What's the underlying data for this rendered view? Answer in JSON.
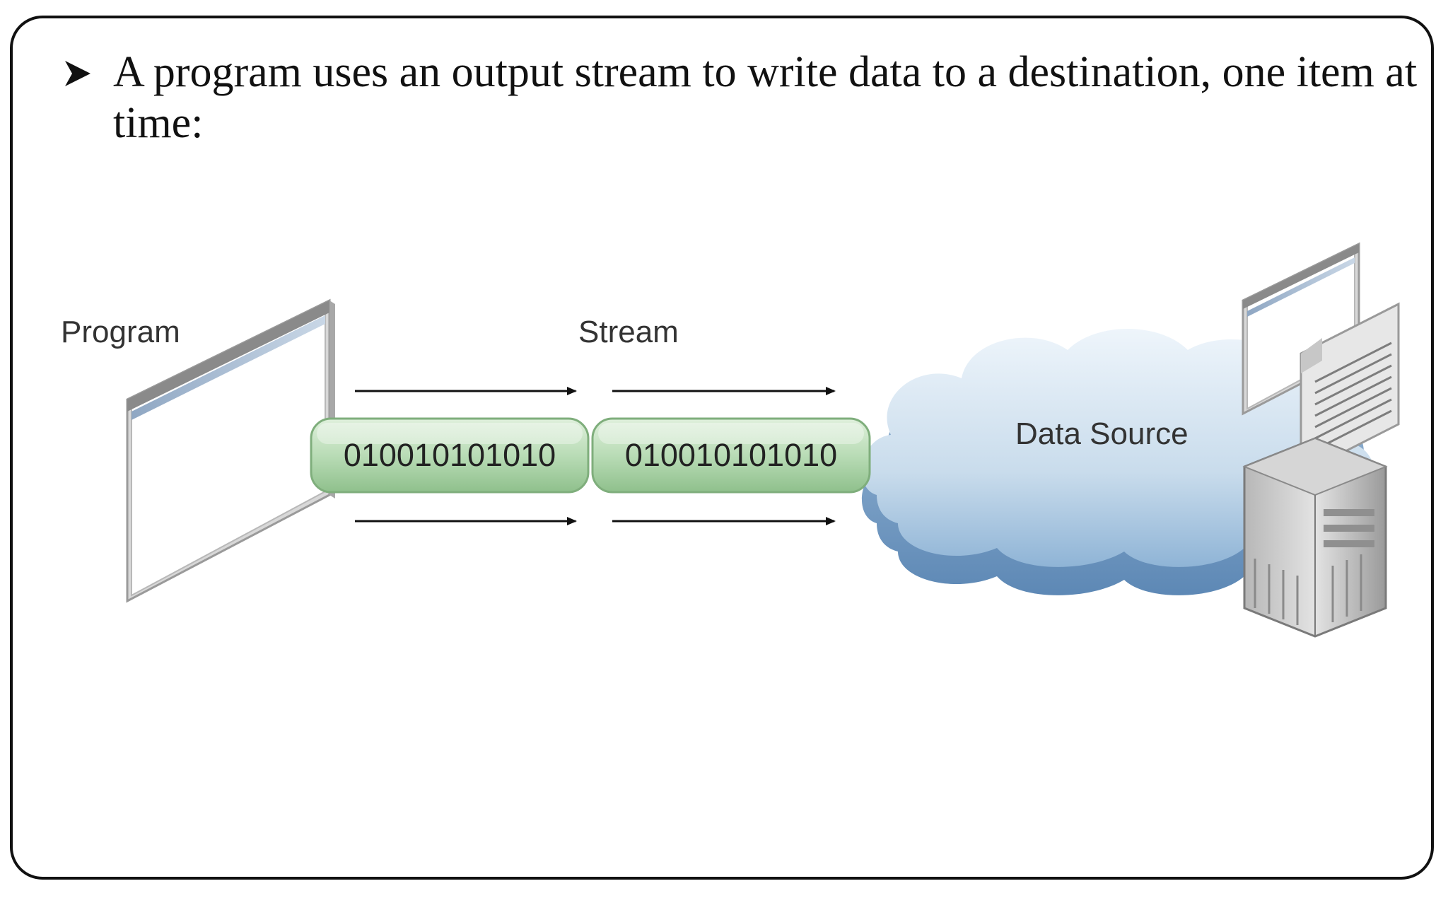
{
  "slide": {
    "bullet_text": "A program uses an output stream to write data to a destination, one item at time:"
  },
  "diagram": {
    "program_label": "Program",
    "stream_label": "Stream",
    "destination_label": "Data Source",
    "stream_segments": [
      {
        "bits": "010010101010"
      },
      {
        "bits": "010010101010"
      }
    ]
  },
  "colors": {
    "border": "#111111",
    "segment_fill": "#b9dcb6",
    "cloud_fill": "#c7dced",
    "text": "#111111"
  }
}
